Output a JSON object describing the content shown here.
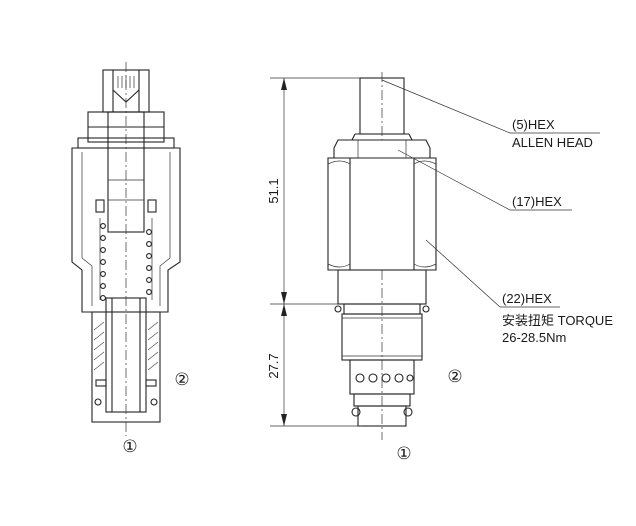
{
  "callouts": {
    "hex5": "(5)HEX",
    "allen_head": "ALLEN HEAD",
    "hex17": "(17)HEX",
    "hex22": "(22)HEX",
    "torque_label": "安装扭矩 TORQUE",
    "torque_value": "26-28.5Nm"
  },
  "dimensions": {
    "upper": "51.1",
    "lower": "27.7"
  },
  "ports": {
    "left_port1": "①",
    "left_port2": "②",
    "right_port1": "①",
    "right_port2": "②"
  }
}
